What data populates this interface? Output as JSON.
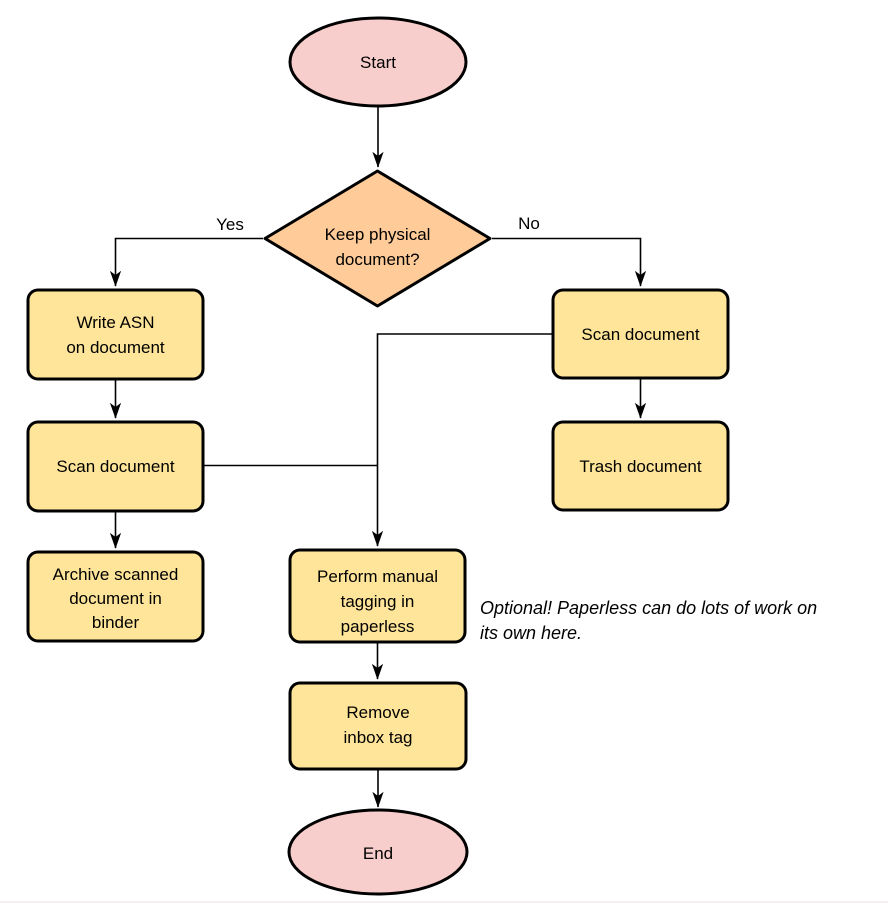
{
  "diagram": {
    "colors": {
      "terminator_fill": "#F8CECC",
      "decision_fill": "#FFCC99",
      "process_fill": "#FFE599",
      "stroke": "#000000",
      "footer_line": "#F2ECEC"
    },
    "nodes": {
      "start": {
        "label": "Start"
      },
      "decision_keep_physical": {
        "line1": "Keep physical",
        "line2": "document?"
      },
      "write_asn": {
        "line1": "Write ASN",
        "line2": "on document"
      },
      "scan_document_left": {
        "label": "Scan document"
      },
      "archive_in_binder": {
        "line1": "Archive scanned",
        "line2": "document in",
        "line3": "binder"
      },
      "scan_document_right": {
        "label": "Scan document"
      },
      "trash_document": {
        "label": "Trash document"
      },
      "manual_tagging": {
        "line1": "Perform manual",
        "line2": "tagging in",
        "line3": "paperless"
      },
      "remove_inbox_tag": {
        "line1": "Remove",
        "line2": "inbox tag"
      },
      "end": {
        "label": "End"
      }
    },
    "edge_labels": {
      "yes": "Yes",
      "no": "No"
    },
    "note": {
      "line1": "Optional! Paperless can do lots of work on",
      "line2": "its own here."
    }
  }
}
